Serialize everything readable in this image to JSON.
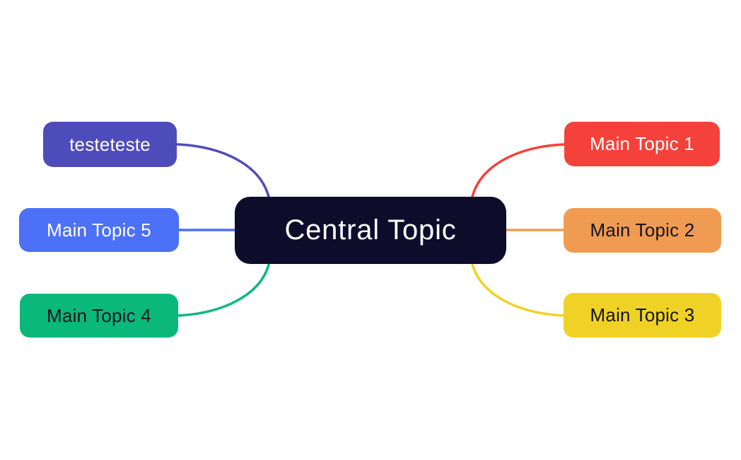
{
  "app": {
    "type": "mindmap",
    "background": "#ffffff"
  },
  "central_topic": {
    "label": "Central Topic",
    "bg": "#0d0d2b",
    "text_color": "#ffffff"
  },
  "branches": [
    {
      "label": "Main Topic 1",
      "side": "right",
      "slot": "top",
      "bg": "#f4423a",
      "text_color": "#ffffff"
    },
    {
      "label": "Main Topic 2",
      "side": "right",
      "slot": "middle",
      "bg": "#f09b52",
      "text_color": "#14141c"
    },
    {
      "label": "Main Topic 3",
      "side": "right",
      "slot": "bottom",
      "bg": "#f0d226",
      "text_color": "#14141c"
    },
    {
      "label": "Main Topic 4",
      "side": "left",
      "slot": "bottom",
      "bg": "#0ab87c",
      "text_color": "#14141c"
    },
    {
      "label": "Main Topic 5",
      "side": "left",
      "slot": "middle",
      "bg": "#4c70f6",
      "text_color": "#ffffff"
    },
    {
      "label": "testeteste",
      "side": "left",
      "slot": "top",
      "bg": "#4e4cba",
      "text_color": "#ffffff"
    }
  ]
}
